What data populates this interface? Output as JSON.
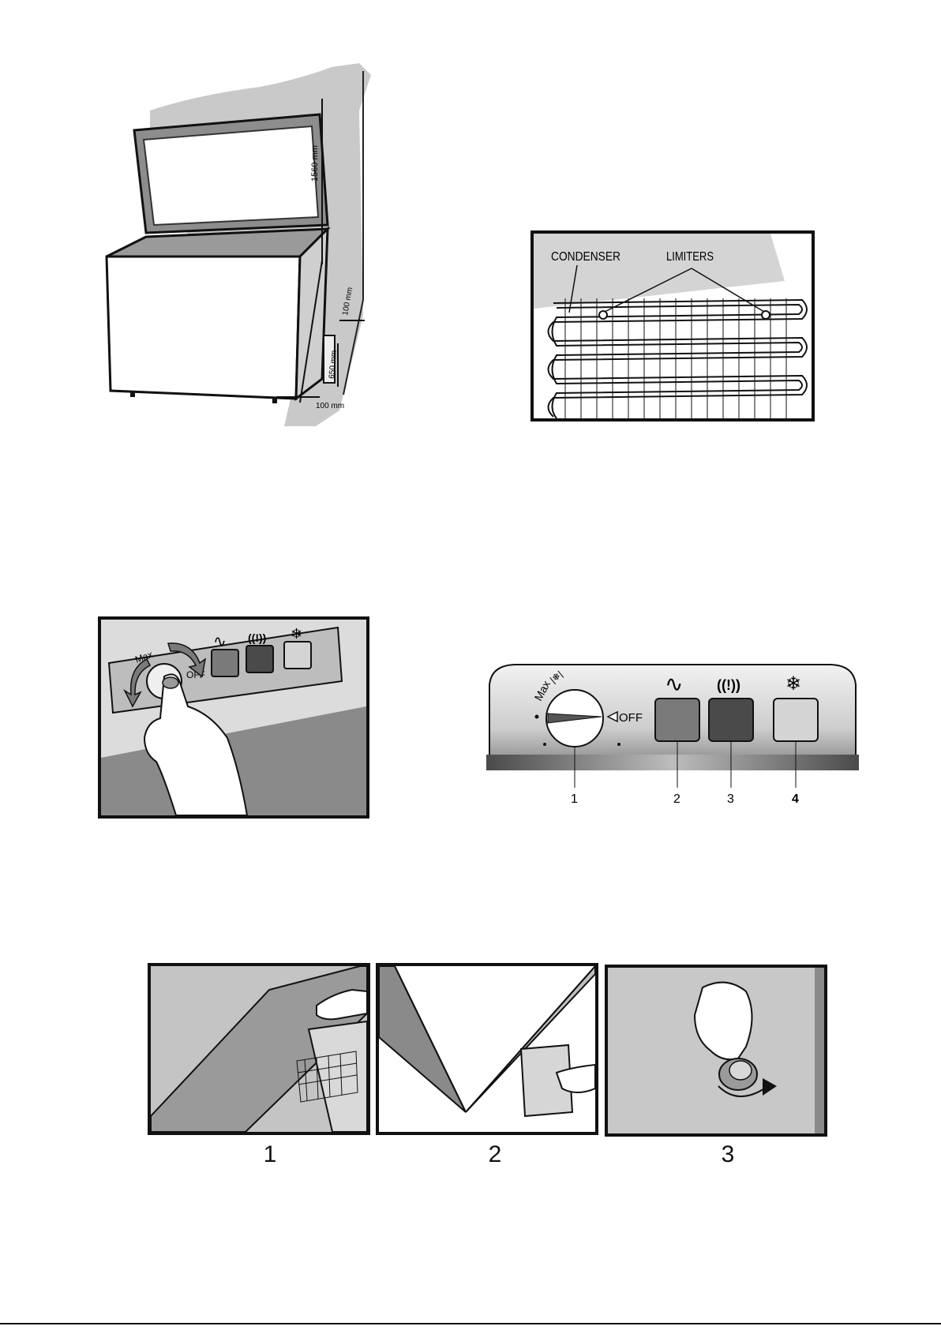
{
  "fig1": {
    "dim_height": "1560 mm",
    "dim_top_gap": "100 mm",
    "dim_side": "650 mm",
    "dim_bottom_gap": "100 mm"
  },
  "fig2": {
    "condenser_label": "CONDENSER",
    "limiters_label": "LIMITERS"
  },
  "fig3": {
    "knob_text": "Max",
    "off_text": "OFF"
  },
  "fig4": {
    "knob_text": "Max",
    "off_text": "OFF",
    "callouts": [
      "1",
      "2",
      "3",
      "4"
    ],
    "colors": {
      "lamp_power": "#7a7a7a",
      "lamp_alarm": "#4a4a4a",
      "lamp_freeze": "#d4d4d4"
    }
  },
  "steps": {
    "captions": [
      "1",
      "2",
      "3"
    ]
  }
}
